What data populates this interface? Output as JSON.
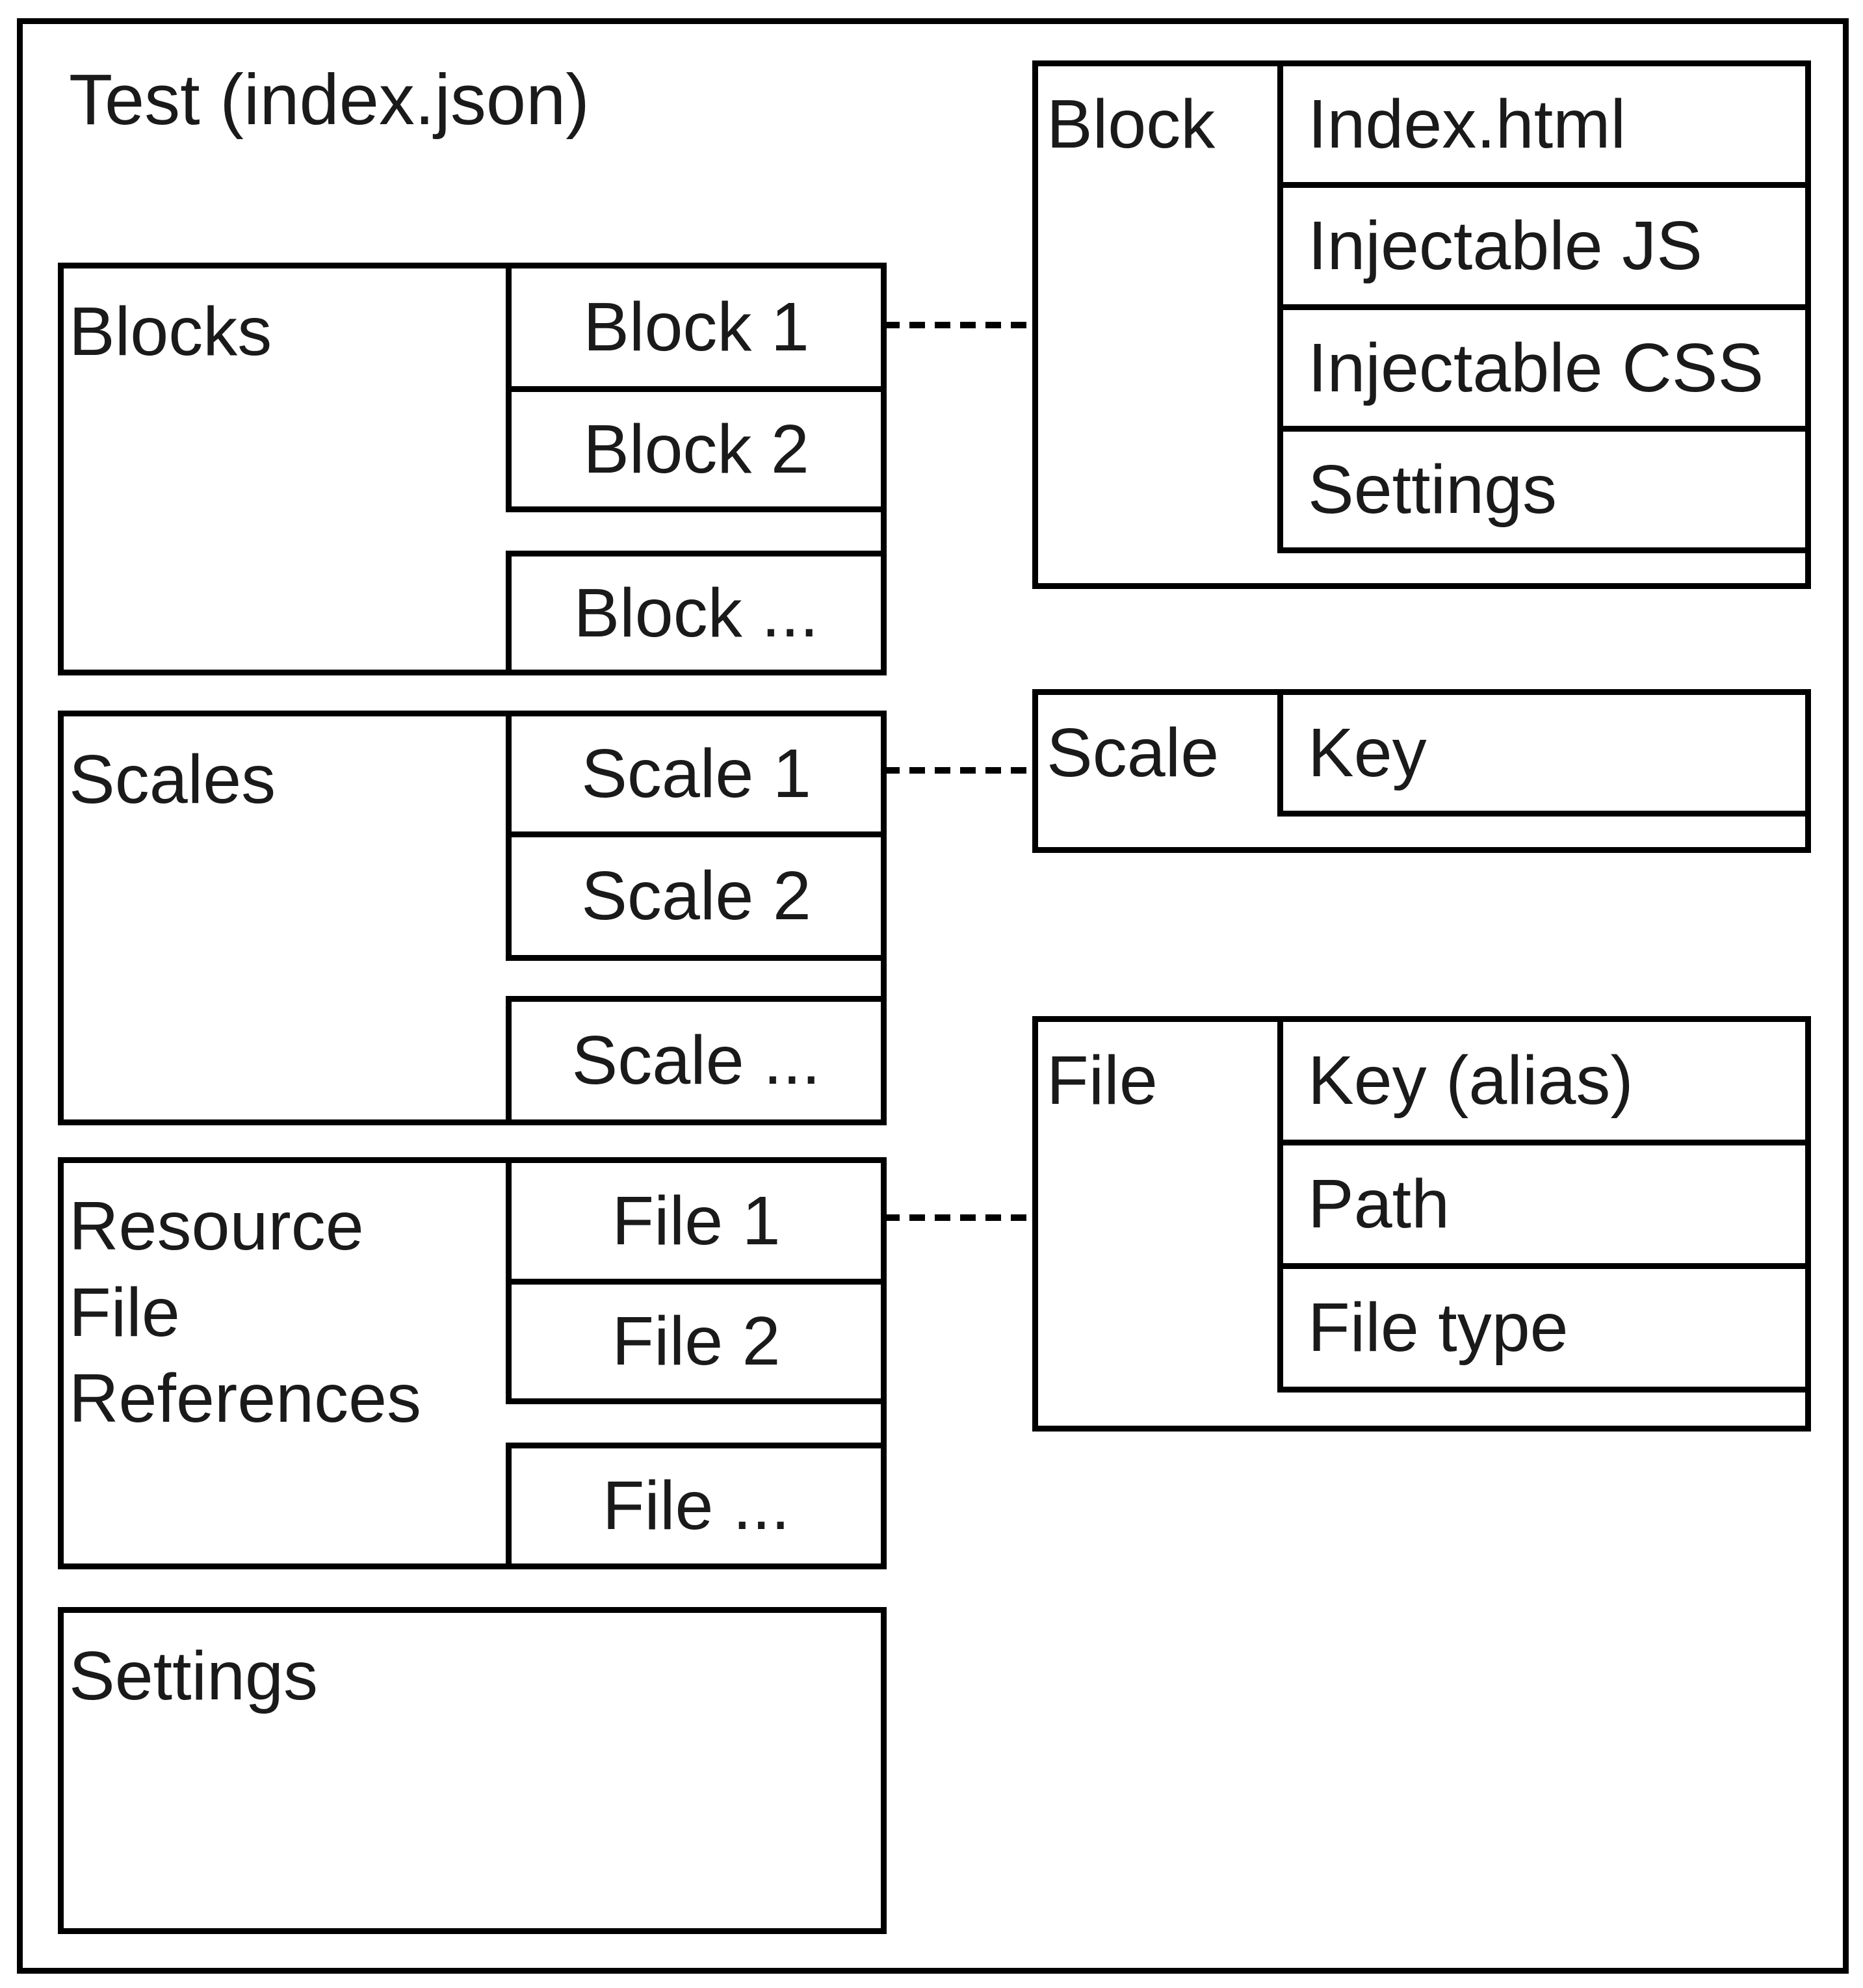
{
  "diagram": {
    "title": "Test (index.json)",
    "left_groups": [
      {
        "label": "Blocks",
        "cells": [
          "Block 1",
          "Block 2",
          "Block ..."
        ]
      },
      {
        "label": "Scales",
        "cells": [
          "Scale 1",
          "Scale 2",
          "Scale ..."
        ]
      },
      {
        "label": "Resource File References",
        "cells": [
          "File 1",
          "File 2",
          "File ..."
        ]
      }
    ],
    "settings_box": {
      "label": "Settings"
    },
    "right_groups": [
      {
        "label": "Block",
        "cells": [
          "Index.html",
          "Injectable JS",
          "Injectable CSS",
          "Settings"
        ]
      },
      {
        "label": "Scale",
        "cells": [
          "Key"
        ]
      },
      {
        "label": "File",
        "cells": [
          "Key (alias)",
          "Path",
          "File type"
        ]
      }
    ],
    "connectors": [
      {
        "from": "Block 1",
        "to": "Block"
      },
      {
        "from": "Scale 1",
        "to": "Scale"
      },
      {
        "from": "File 1",
        "to": "File"
      }
    ],
    "colors": {
      "line": "#000000",
      "background": "#ffffff",
      "text": "#1a1a1a"
    }
  }
}
